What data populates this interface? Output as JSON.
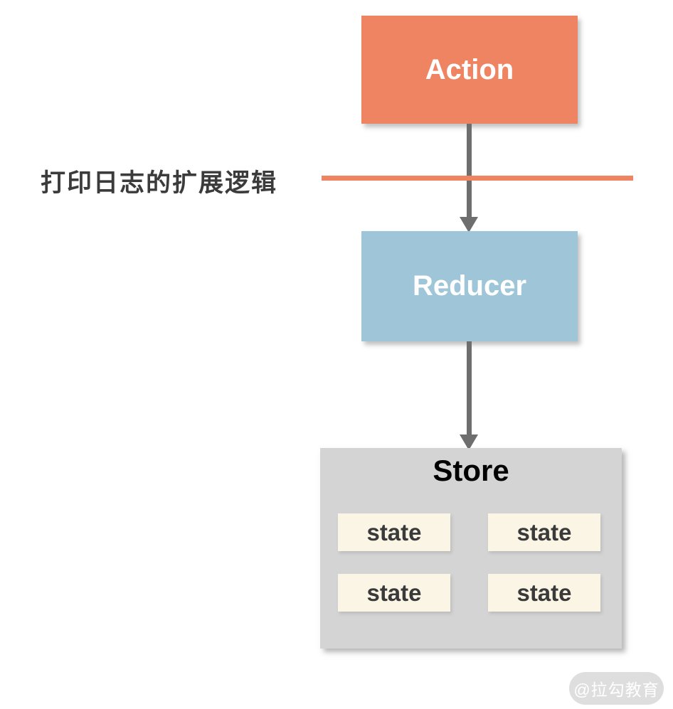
{
  "diagram": {
    "annotation_label": "打印日志的扩展逻辑",
    "nodes": {
      "action": {
        "label": "Action",
        "color": "#EF8463"
      },
      "reducer": {
        "label": "Reducer",
        "color": "#9FC5D9"
      },
      "store": {
        "label": "Store",
        "color": "#D4D4D4",
        "states": [
          "state",
          "state",
          "state",
          "state"
        ],
        "state_color": "#FBF5E5"
      }
    },
    "flow": [
      "Action",
      "Reducer",
      "Store"
    ],
    "colors": {
      "accent_orange": "#EF8463",
      "accent_blue": "#9FC5D9",
      "arrow_gray": "#6E6E6E",
      "text_dark": "#3B3B3B"
    },
    "watermark": "@拉勾教育"
  }
}
